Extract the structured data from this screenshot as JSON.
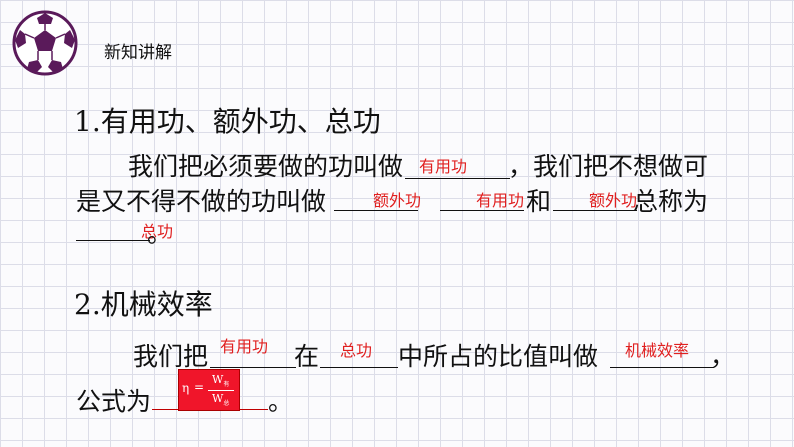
{
  "header": {
    "section_label": "新知讲解"
  },
  "section1": {
    "title": "1.有用功、额外功、总功",
    "line1_a": "我们把必须要做的功叫做",
    "line1_b": "，我们把不想做可",
    "line2_a": "是又不得不做的功叫做",
    "line2_b": "和",
    "line2_c": "总称为",
    "line3_end": "。",
    "answers": {
      "useful_work": "有用功",
      "extra_work": "额外功",
      "useful_work_2": "有用功",
      "extra_work_2": "额外功",
      "total_work": "总功"
    }
  },
  "section2": {
    "title": "2.机械效率",
    "line1_a": "我们把",
    "line1_b": "在",
    "line1_c": "中所占的比值叫做",
    "line1_end": "，",
    "line2_a": "公式为",
    "line2_end": "。",
    "answers": {
      "useful_work": "有用功",
      "total_work": "总功",
      "efficiency": "机械效率"
    },
    "formula": {
      "symbol": "η",
      "equals": "=",
      "numerator": "W",
      "numerator_sub": "有",
      "denominator": "W",
      "denominator_sub": "总"
    }
  },
  "colors": {
    "answer_red": "#e02020",
    "formula_bg": "#f0152a",
    "ball_purple": "#5a1a5a"
  }
}
